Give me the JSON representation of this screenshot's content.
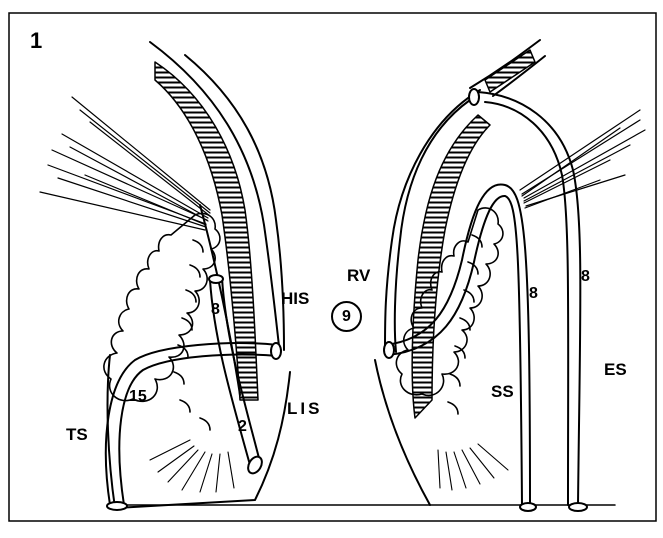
{
  "figure": {
    "number": "1",
    "labels": {
      "his": "HIS",
      "lis": "LIS",
      "ts": "TS",
      "suture_15": "15",
      "suture_8_left": "8",
      "suture_2": "2",
      "rv": "RV",
      "circled_9": "9",
      "suture_8_mid": "8",
      "suture_8_right": "8",
      "ss": "SS",
      "es": "ES"
    }
  }
}
